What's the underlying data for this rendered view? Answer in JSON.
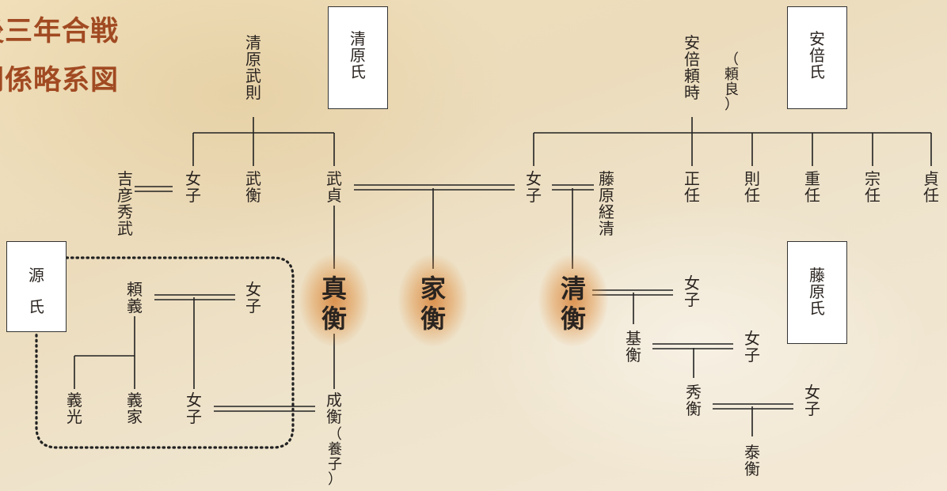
{
  "title": {
    "line1": "後三年合戦",
    "line2": "関係略系図"
  },
  "clans": {
    "kiyohara": "清原氏",
    "abe": "安倍氏",
    "minamoto": "源氏",
    "fujiwara": "藤原氏"
  },
  "people": {
    "kiyohara_takenori": "清原武則",
    "abe_yoritoki": "安倍頼時",
    "yoriyoshi_alias": "（頼良）",
    "yoshihiko_hidetake": "吉彦秀武",
    "daughter_a": "女子",
    "takehira": "武衡",
    "takesada": "武貞",
    "daughter_b": "女子",
    "fujiwara_tsunekiyo": "藤原経清",
    "sadato": "正任",
    "noritou": "則任",
    "shigetou": "重任",
    "munetou": "宗任",
    "sadatou": "貞任",
    "sanehira": "真衡",
    "iehira": "家衡",
    "kiyohira": "清衡",
    "yoriyoshi": "頼義",
    "daughter_c": "女子",
    "yoshimitsu": "義光",
    "yoshiie": "義家",
    "daughter_d": "女子",
    "narihira": "成衡",
    "adopted_note": "（養子）",
    "daughter_e": "女子",
    "motohira": "基衡",
    "daughter_f": "女子",
    "hidehira": "秀衡",
    "daughter_g": "女子",
    "yasuhira": "泰衡"
  },
  "colors": {
    "title": "#a14a22",
    "glow": "#d4782a",
    "line": "#222222",
    "background": "#efe0c2"
  }
}
